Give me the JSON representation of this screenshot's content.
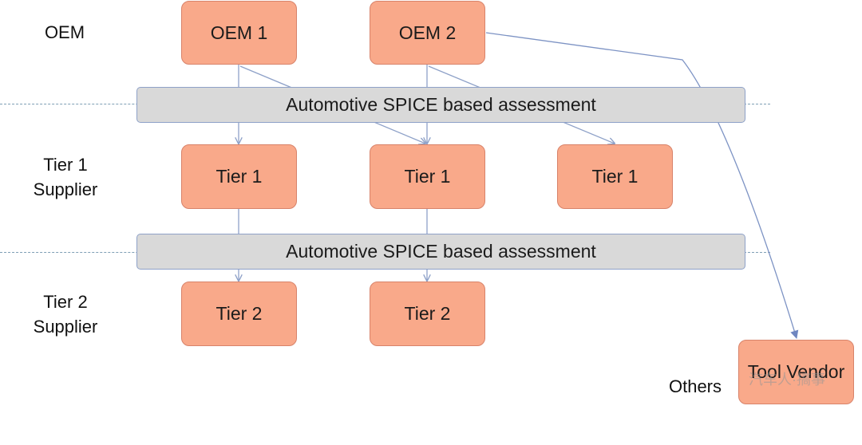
{
  "row_labels": {
    "oem": "OEM",
    "tier1": [
      "Tier 1",
      "Supplier"
    ],
    "tier2": [
      "Tier 2",
      "Supplier"
    ],
    "others": "Others"
  },
  "nodes": {
    "oem_1": "OEM 1",
    "oem_2": "OEM 2",
    "tier1_a": "Tier 1",
    "tier1_b": "Tier 1",
    "tier1_c": "Tier 1",
    "tier2_a": "Tier 2",
    "tier2_b": "Tier 2",
    "tool_vendor": "Tool Vendor"
  },
  "bands": {
    "top": "Automotive SPICE based assessment",
    "bottom": "Automotive SPICE based assessment"
  },
  "watermark": "汽车人·搞事",
  "colors": {
    "node_fill": "#f9a98a",
    "node_border": "#d8836a",
    "band_fill": "#d9d9d9",
    "band_border": "#8ea1c8",
    "connector": "#8ea1c8"
  }
}
